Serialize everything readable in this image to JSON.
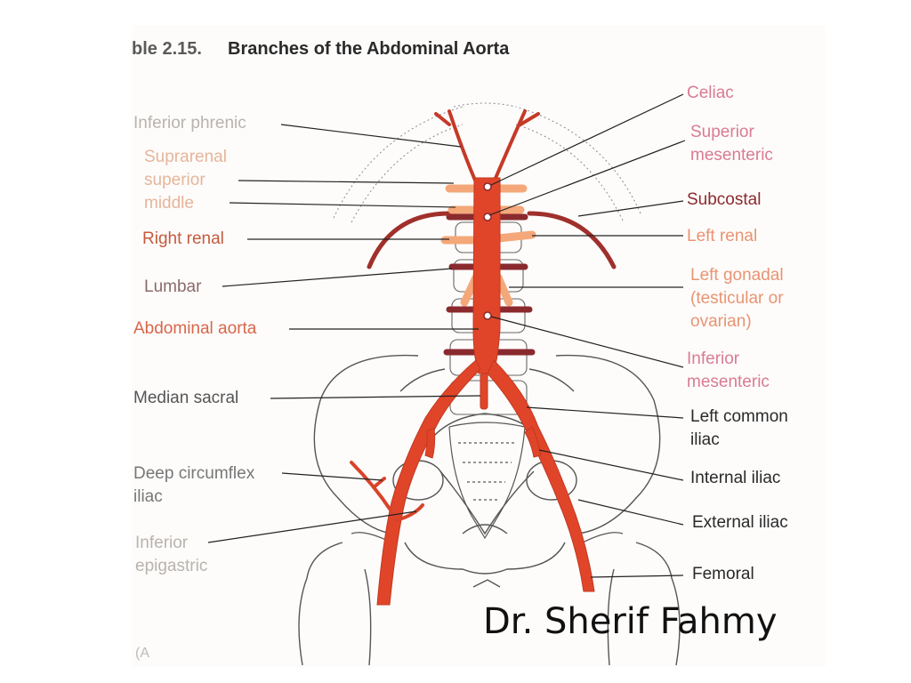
{
  "table": {
    "number": "ble 2.15.",
    "title": "Branches of the Abdominal Aorta"
  },
  "labels_left": [
    {
      "id": "inferior-phrenic",
      "text": "Inferior phrenic"
    },
    {
      "id": "suprarenal",
      "text": "Suprarenal\nsuperior\nmiddle"
    },
    {
      "id": "right-renal",
      "text": "Right renal"
    },
    {
      "id": "lumbar",
      "text": "Lumbar"
    },
    {
      "id": "abdominal-aorta",
      "text": "Abdominal aorta"
    },
    {
      "id": "median-sacral",
      "text": "Median sacral"
    },
    {
      "id": "deep-circumflex-iliac",
      "text": "Deep circumflex\niliac"
    },
    {
      "id": "inferior-epigastric",
      "text": "Inferior\nepigastric"
    }
  ],
  "labels_right": [
    {
      "id": "celiac",
      "text": "Celiac"
    },
    {
      "id": "superior-mesenteric",
      "text": "Superior\nmesenteric"
    },
    {
      "id": "subcostal",
      "text": "Subcostal"
    },
    {
      "id": "left-renal",
      "text": "Left renal"
    },
    {
      "id": "left-gonadal",
      "text": "Left gonadal\n(testicular or\novarian)"
    },
    {
      "id": "inferior-mesenteric",
      "text": "Inferior\nmesenteric"
    },
    {
      "id": "left-common-iliac",
      "text": "Left common\niliac"
    },
    {
      "id": "internal-iliac",
      "text": "Internal iliac"
    },
    {
      "id": "external-iliac",
      "text": "External iliac"
    },
    {
      "id": "femoral",
      "text": "Femoral"
    }
  ],
  "author": "Dr. Sherif Fahmy",
  "panel_letter": "(A",
  "colors": {
    "artery": "#e0452a",
    "artery_dark": "#8a2a2e",
    "branch_light": "#f4a87a",
    "bone_outline": "#555555",
    "leader": "#222222"
  }
}
